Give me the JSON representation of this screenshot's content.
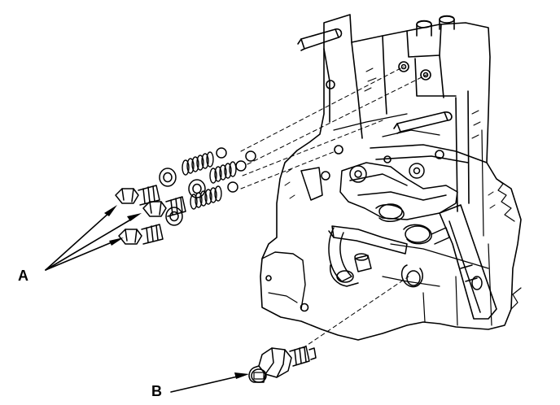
{
  "callouts": {
    "a": "A",
    "b": "B"
  },
  "parts": {
    "group_a": [
      "bolt",
      "sealing-washer",
      "spring",
      "steel-ball"
    ],
    "part_b": "switch"
  },
  "colors": {
    "ink": "#000000",
    "paper": "#ffffff"
  }
}
